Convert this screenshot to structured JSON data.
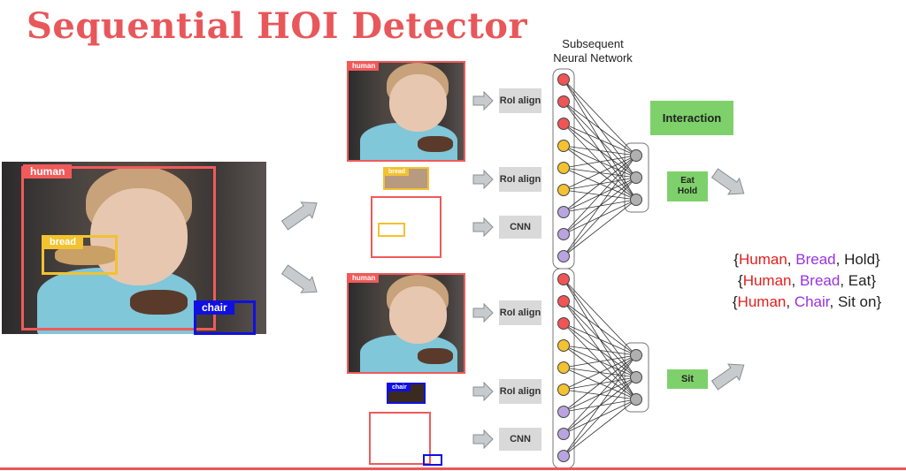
{
  "title": "Sequential HOI Detector",
  "main_image": {
    "labels": {
      "human": "human",
      "bread": "bread",
      "chair": "chair"
    }
  },
  "top_branch": {
    "crop_label": "human",
    "small_crop_label": "bread",
    "ops": [
      "RoI align",
      "RoI align",
      "CNN"
    ]
  },
  "bottom_branch": {
    "crop_label": "human",
    "small_crop_label": "chair",
    "ops": [
      "RoI align",
      "RoI align",
      "CNN"
    ]
  },
  "network": {
    "label_line1": "Subsequent",
    "label_line2": "Neural Network"
  },
  "interaction_box": "Interaction",
  "top_output": {
    "line1": "Eat",
    "line2": "Hold"
  },
  "bottom_output": {
    "line1": "Sit"
  },
  "results": [
    {
      "human": "Human",
      "object": "Bread",
      "verb": "Hold"
    },
    {
      "human": "Human",
      "object": "Bread",
      "verb": "Eat"
    },
    {
      "human": "Human",
      "object": "Chair",
      "verb": "Sit on"
    }
  ],
  "colors": {
    "title": "#e8575a",
    "human_box": "#f05a5a",
    "bread_box": "#f2c230",
    "chair_box": "#1010e0",
    "node_red": "#f05555",
    "node_yellow": "#f2c230",
    "node_purple": "#b9a4e0",
    "node_gray": "#b0b0b0",
    "green": "#7ed16a",
    "op_gray": "#d9d9d9"
  }
}
